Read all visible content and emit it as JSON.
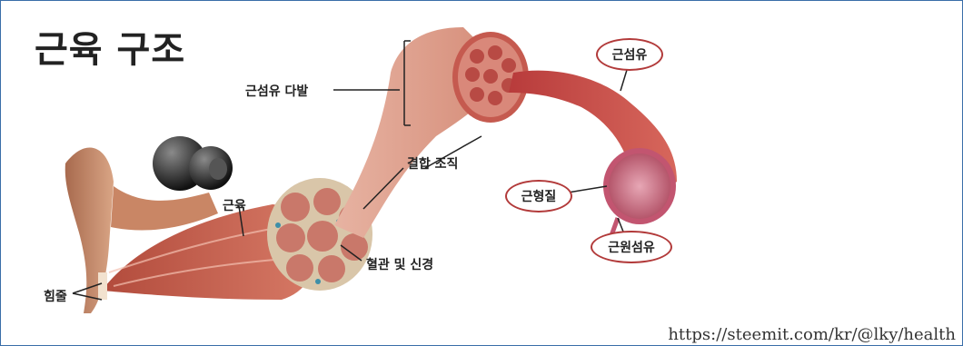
{
  "title": "근육 구조",
  "labels": {
    "fascicle": "근섬유 다발",
    "muscle": "근육",
    "tendon": "힘줄",
    "connective": "결합 조직",
    "vessels": "혈관 및 신경"
  },
  "callouts": {
    "fiber": "근섬유",
    "sarcoplasm": "근형질",
    "myofibril": "근원섬유"
  },
  "source_url": "https://steemit.com/kr/@lky/health",
  "colors": {
    "muscle": "#c9624f",
    "fiber_bundle": "#e2a08f",
    "fiber_red": "#c44a4a",
    "callout_border": "#b23a3a",
    "frame_border": "#3a6ea8"
  }
}
